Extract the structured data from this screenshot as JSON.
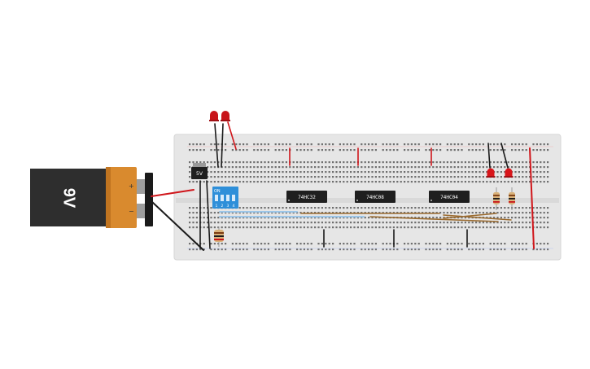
{
  "battery": {
    "label": "9V",
    "plus": "+",
    "minus": "−"
  },
  "regulator": {
    "label": "5V"
  },
  "dip_switch": {
    "on_label": "ON",
    "positions": [
      "1",
      "2",
      "3",
      "4"
    ]
  },
  "chips": [
    {
      "label": "74HC32"
    },
    {
      "label": "74HC08"
    },
    {
      "label": "74HC04"
    }
  ],
  "colors": {
    "board": "#e8e8e8",
    "battery_body": "#2e2e2e",
    "battery_cap": "#d98a2e",
    "wire_red": "#d0161b",
    "wire_black": "#1a1a1a",
    "wire_brown": "#9a6a2e",
    "wire_blue": "#9cc6e8",
    "led_red": "#d9151a",
    "dip_blue": "#2e8fd9"
  }
}
